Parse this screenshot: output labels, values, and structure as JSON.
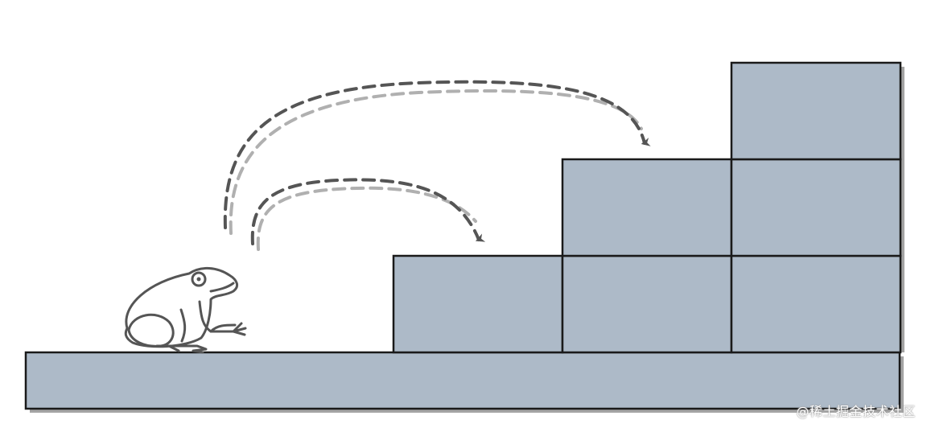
{
  "diagram": {
    "block_color": "#adbac8",
    "outline_color": "#1a1a1a",
    "shadow_color": "#5a5a5a",
    "arrow_dark": "#555555",
    "arrow_light": "#b0b0b0",
    "figure_icon": "frog-icon",
    "staircase": {
      "steps": 3,
      "columns": [
        {
          "step": 1,
          "height_blocks": 1
        },
        {
          "step": 2,
          "height_blocks": 2
        },
        {
          "step": 3,
          "height_blocks": 3
        }
      ]
    },
    "jumps": [
      {
        "from": "ground",
        "to_step": 1
      },
      {
        "from": "ground",
        "to_step": 2
      }
    ]
  },
  "watermark": {
    "text": "@稀土掘金技术社区"
  }
}
